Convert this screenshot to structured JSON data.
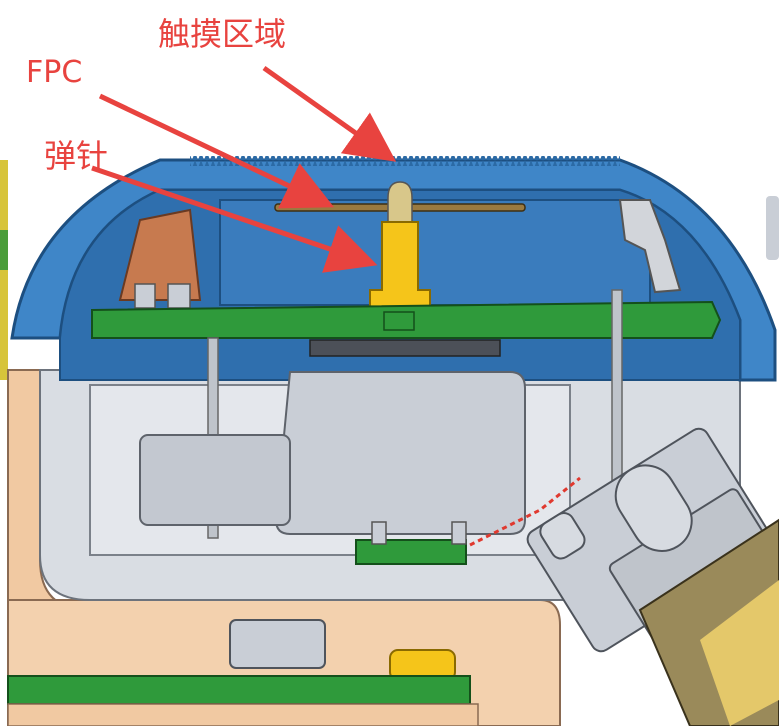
{
  "labels": {
    "touch_area": "触摸区域",
    "fpc": "FPC",
    "pogo_pin": "弹针"
  },
  "colors": {
    "housing_blue": "#3f86c8",
    "housing_inner": "#2f6fae",
    "pcb_green": "#2f9a3b",
    "pin_gold": "#f5c51a",
    "peach": "#f1c9a2",
    "gray_part": "#c9ced6",
    "label_red": "#e8433f",
    "copper": "#c77a4f"
  }
}
